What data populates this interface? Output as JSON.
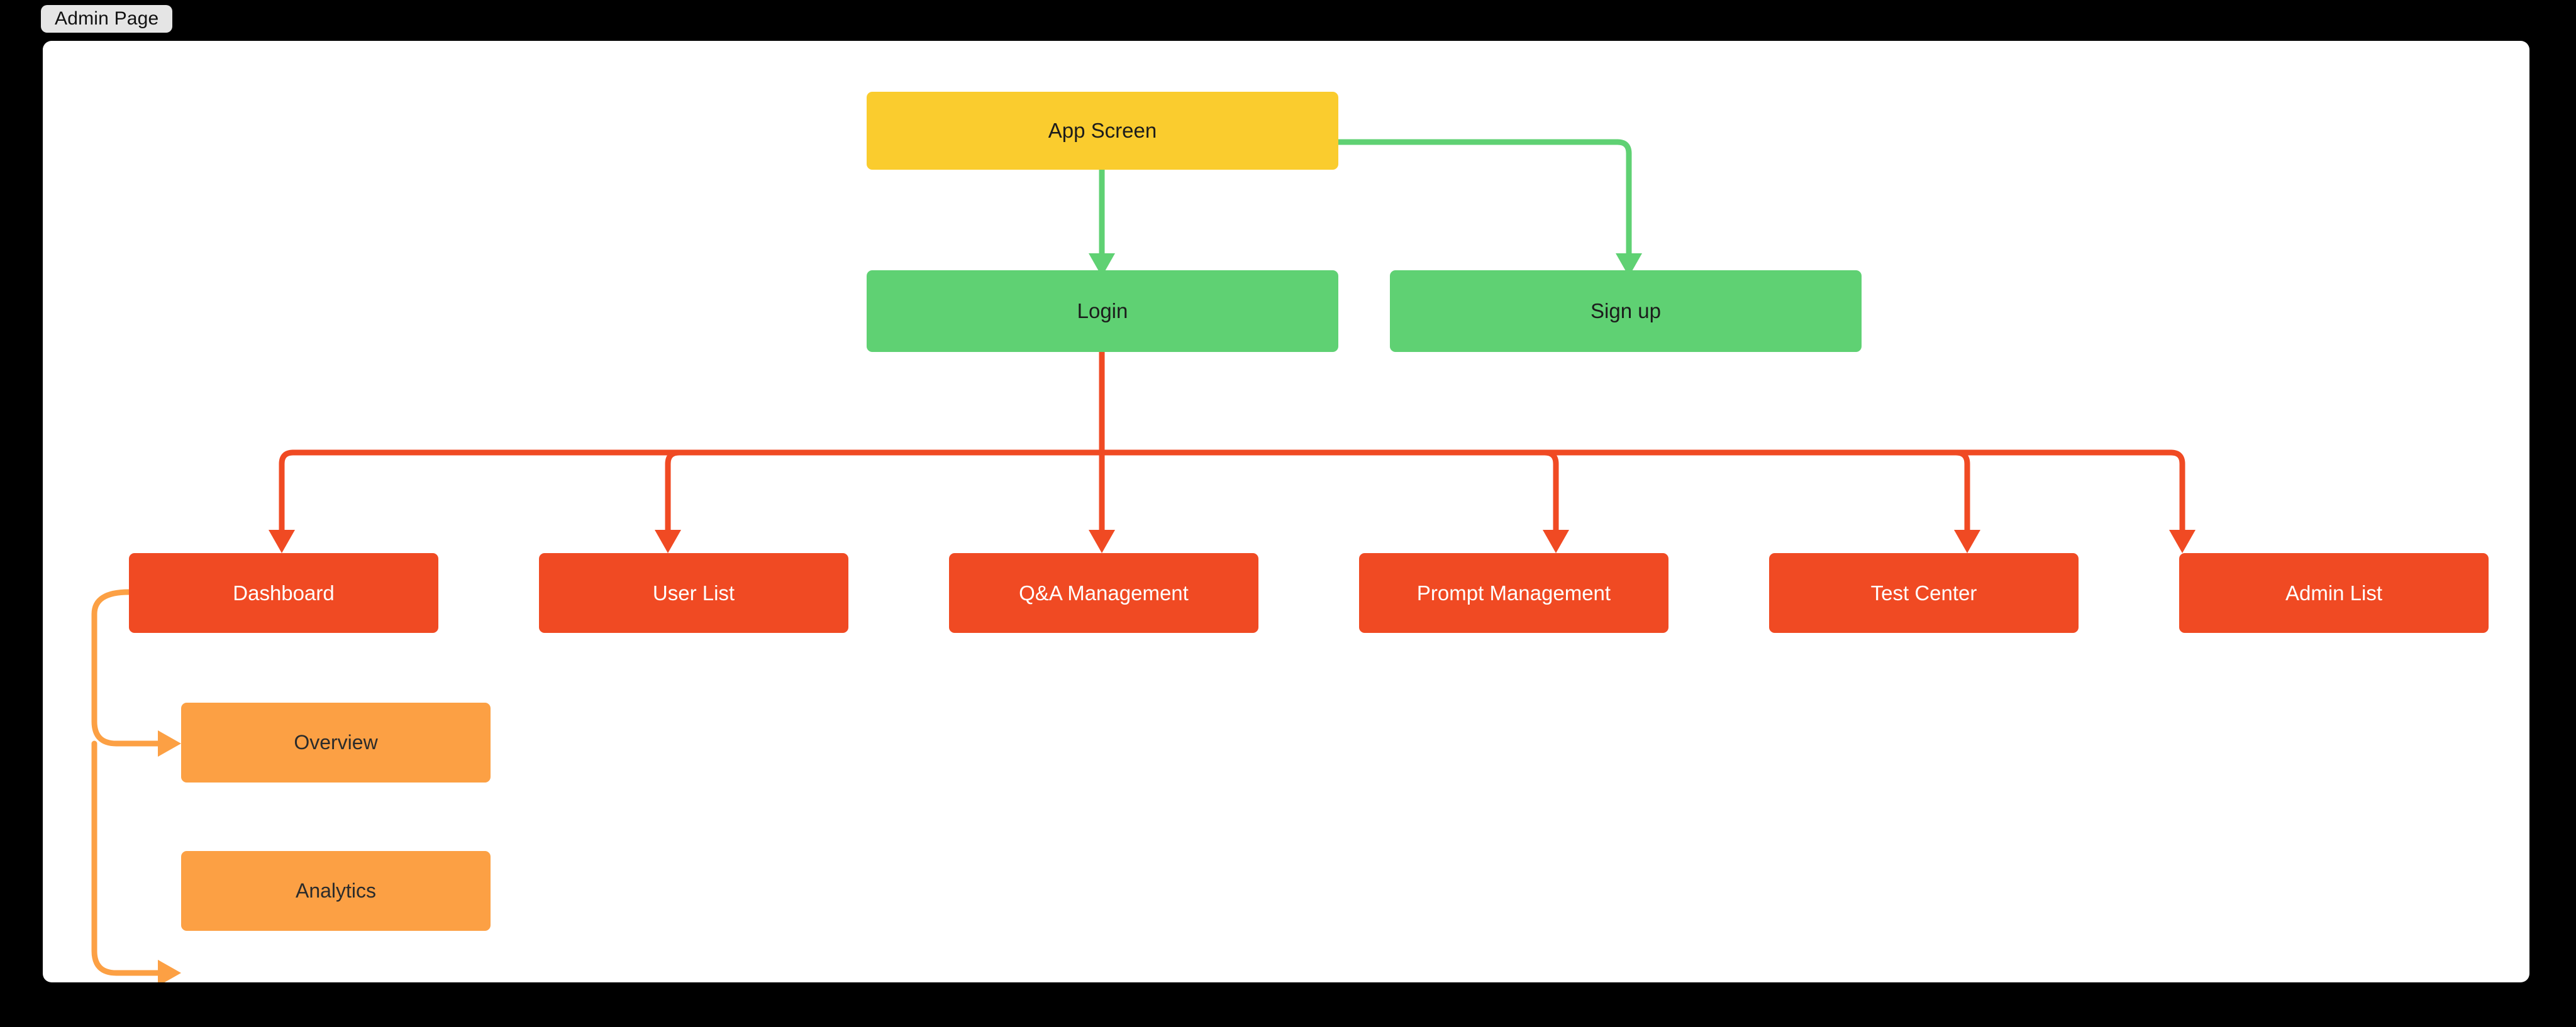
{
  "tab": {
    "label": "Admin Page"
  },
  "diagram": {
    "type": "tree",
    "orientation": "top-down",
    "colors": {
      "root": "#facc2e",
      "auth": "#5fd173",
      "section": "#f04a23",
      "subsection": "#fca044",
      "canvas": "#ffffff",
      "background": "#000000",
      "tab_background": "#e5e5e5"
    },
    "nodes": [
      {
        "id": "app-screen",
        "label": "App Screen",
        "level": 0,
        "color_key": "root"
      },
      {
        "id": "login",
        "label": "Login",
        "level": 1,
        "color_key": "auth"
      },
      {
        "id": "sign-up",
        "label": "Sign up",
        "level": 1,
        "color_key": "auth"
      },
      {
        "id": "dashboard",
        "label": "Dashboard",
        "level": 2,
        "color_key": "section"
      },
      {
        "id": "user-list",
        "label": "User List",
        "level": 2,
        "color_key": "section"
      },
      {
        "id": "qa-management",
        "label": "Q&A Management",
        "level": 2,
        "color_key": "section"
      },
      {
        "id": "prompt-management",
        "label": "Prompt Management",
        "level": 2,
        "color_key": "section"
      },
      {
        "id": "test-center",
        "label": "Test Center",
        "level": 2,
        "color_key": "section"
      },
      {
        "id": "admin-list",
        "label": "Admin List",
        "level": 2,
        "color_key": "section"
      },
      {
        "id": "overview",
        "label": "Overview",
        "level": 3,
        "color_key": "subsection"
      },
      {
        "id": "analytics",
        "label": "Analytics",
        "level": 3,
        "color_key": "subsection"
      }
    ],
    "edges": [
      {
        "from": "app-screen",
        "to": "login",
        "color_key": "auth"
      },
      {
        "from": "app-screen",
        "to": "sign-up",
        "color_key": "auth"
      },
      {
        "from": "login",
        "to": "dashboard",
        "color_key": "section"
      },
      {
        "from": "login",
        "to": "user-list",
        "color_key": "section"
      },
      {
        "from": "login",
        "to": "qa-management",
        "color_key": "section"
      },
      {
        "from": "login",
        "to": "prompt-management",
        "color_key": "section"
      },
      {
        "from": "login",
        "to": "test-center",
        "color_key": "section"
      },
      {
        "from": "login",
        "to": "admin-list",
        "color_key": "section"
      },
      {
        "from": "dashboard",
        "to": "overview",
        "color_key": "subsection"
      },
      {
        "from": "dashboard",
        "to": "analytics",
        "color_key": "subsection"
      }
    ]
  }
}
